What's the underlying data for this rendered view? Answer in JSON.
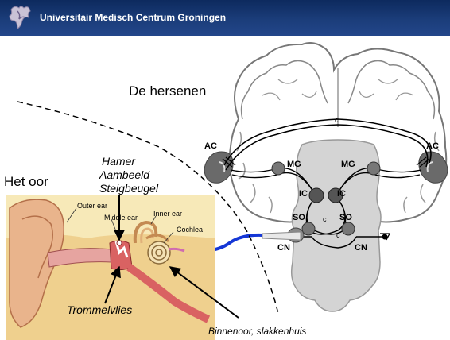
{
  "header": {
    "institution": "Universitair Medisch Centrum Groningen",
    "logo_icon": "umcg-crest-icon",
    "bg_color": "#1b3d7a"
  },
  "labels": {
    "hersenen": "De hersenen",
    "oor": "Het oor",
    "ossicles": [
      "Hamer",
      "Aambeeld",
      "Steigbeugel"
    ],
    "trommelvlies": "Trommelvlies",
    "binnenoor": "Binnenoor, slakkenhuis"
  },
  "ear_labels": {
    "outer": "Outer ear",
    "middle": "Middle ear",
    "inner": "Inner ear",
    "cochlea": "Cochlea"
  },
  "brain_labels": {
    "ac_left": "AC",
    "ac_right": "AC",
    "mg_left": "MG",
    "mg_right": "MG",
    "ic_left": "IC",
    "ic_right": "IC",
    "so_left": "SO",
    "so_right": "SO",
    "cn_left": "CN",
    "cn_right": "CN",
    "c_top": "c",
    "c_mid": "c",
    "c_low": "c"
  },
  "colors": {
    "nerve": "#1537d6",
    "skin": "#e9b48c",
    "brainstem": "#d4d4d4"
  }
}
